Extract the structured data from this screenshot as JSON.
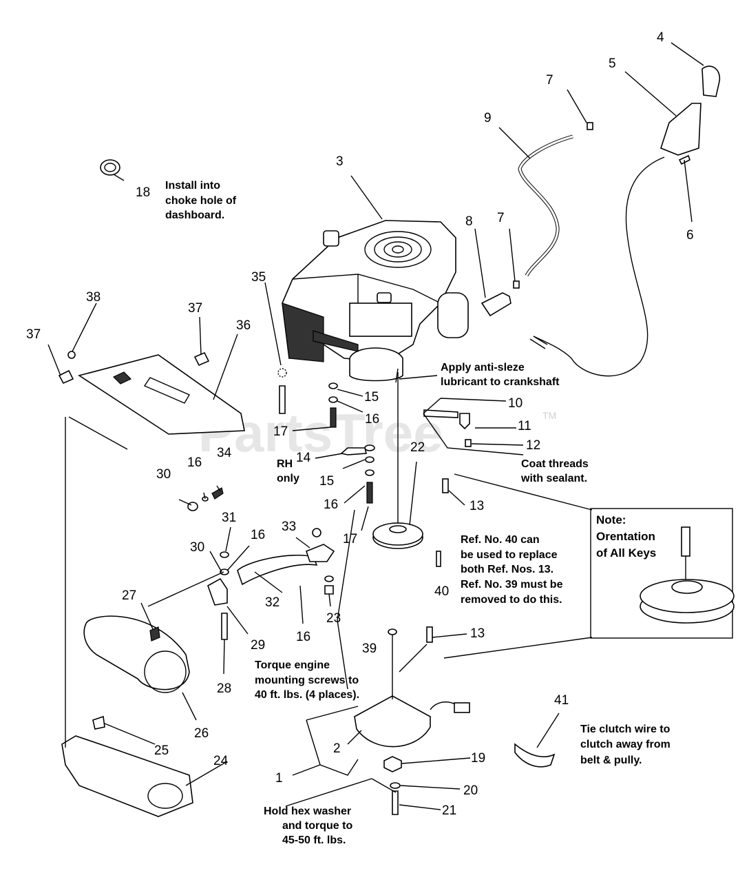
{
  "watermark": {
    "text": "PartsTree",
    "mark": "TM"
  },
  "callouts": [
    "1",
    "2",
    "3",
    "4",
    "5",
    "6",
    "7",
    "8",
    "9",
    "10",
    "11",
    "12",
    "13",
    "14",
    "15",
    "16",
    "17",
    "18",
    "19",
    "20",
    "21",
    "22",
    "23",
    "24",
    "25",
    "26",
    "27",
    "28",
    "29",
    "30",
    "31",
    "32",
    "33",
    "34",
    "35",
    "36",
    "37",
    "38",
    "39",
    "40",
    "41"
  ],
  "notes": {
    "choke": [
      "Install into",
      "choke hole of",
      "dashboard."
    ],
    "antiseize": [
      "Apply anti-sleze",
      "lubricant to crankshaft"
    ],
    "sealant": [
      "Coat threads",
      "with sealant."
    ],
    "rh_only": [
      "RH",
      "only"
    ],
    "ref40": [
      "Ref. No. 40 can",
      "be used to replace",
      "both Ref. Nos. 13.",
      "Ref. No. 39 must be",
      "removed to do this."
    ],
    "keys": [
      "Note:",
      "Orentation",
      "of All Keys"
    ],
    "torque_engine": [
      "Torque engine",
      "mounting screws to",
      "40 ft. lbs. (4 places)."
    ],
    "hex_washer": [
      "Hold hex washer",
      "and torque to",
      "45-50 ft. lbs."
    ],
    "clutch_wire": [
      "Tie clutch wire to",
      "clutch away from",
      "belt & pully."
    ]
  }
}
